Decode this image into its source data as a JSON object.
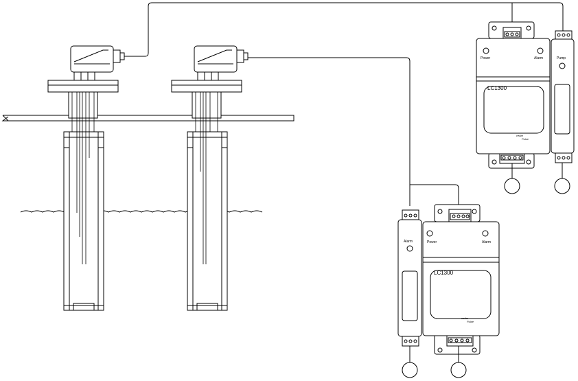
{
  "controllers": [
    {
      "id": "upper",
      "model": "LC1300",
      "power_label": "Power",
      "alarm_label": "Alarm",
      "logo_line1": "cedar",
      "logo_line2": "Pulse"
    },
    {
      "id": "lower",
      "model": "LC1300",
      "power_label": "Power",
      "alarm_label": "Alarm",
      "logo_line1": "cedar",
      "logo_line2": "Pulse"
    }
  ],
  "side_modules": [
    {
      "id": "upper",
      "label": "Pump"
    },
    {
      "id": "lower",
      "label": "Alarm"
    }
  ],
  "sensors": [
    {
      "id": "left-probe"
    },
    {
      "id": "right-probe"
    }
  ]
}
